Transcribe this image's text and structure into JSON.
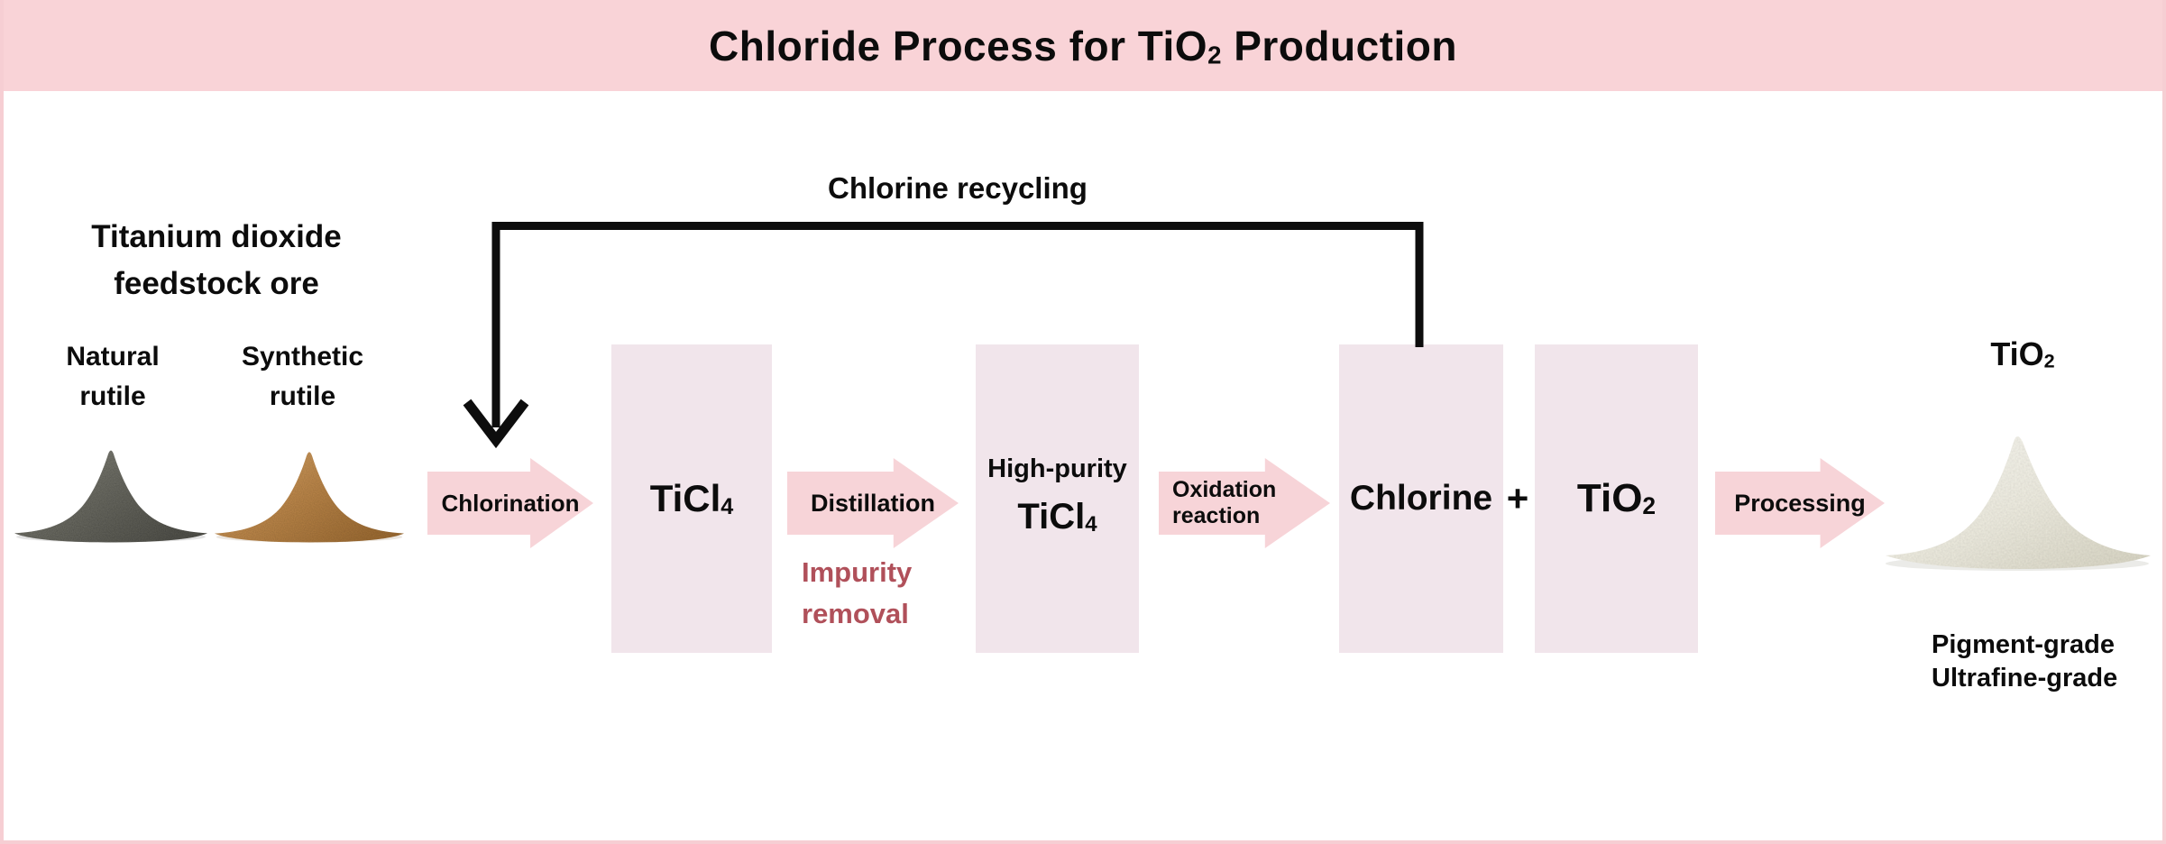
{
  "header": {
    "title": {
      "pre": "Chloride Process for TiO",
      "sub": "2",
      "post": " Production"
    }
  },
  "recycle_label": "Chlorine recycling",
  "feedstock": {
    "title_line1": "Titanium dioxide",
    "title_line2": "feedstock ore",
    "natural": {
      "line1": "Natural",
      "line2": "rutile"
    },
    "synthetic": {
      "line1": "Synthetic",
      "line2": "rutile"
    }
  },
  "steps": {
    "chlorination": "Chlorination",
    "distillation": "Distillation",
    "impurity_note_line1": "Impurity",
    "impurity_note_line2": "removal",
    "oxidation_line1": "Oxidation",
    "oxidation_line2": "reaction",
    "processing": "Processing"
  },
  "boxes": {
    "ticl4": {
      "base": "TiCl",
      "sub": "4"
    },
    "high_purity": {
      "line1": "High-purity",
      "base": "TiCl",
      "sub": "4"
    },
    "chlorine": "Chlorine",
    "plus": "+",
    "tio2": {
      "base": "TiO",
      "sub": "2"
    }
  },
  "product": {
    "formula": {
      "base": "TiO",
      "sub": "2"
    },
    "grade_line1": "Pigment-grade",
    "grade_line2": "Ultrafine-grade"
  },
  "icons": {
    "natural_rutile_pile": "gray-ore-powder-pile",
    "synthetic_rutile_pile": "brown-ore-powder-pile",
    "tio2_powder_pile": "white-powder-pile",
    "recycle_connector": "elbow-connector-with-down-arrowhead"
  },
  "colors": {
    "header_bg": "#f9d3d7",
    "arrow_fill": "#f7d4d8",
    "box_fill": "#f1e5eb",
    "impurity_text": "#b0505a",
    "connector_black": "#0d0d0d",
    "canvas_border": "#f6ced3"
  }
}
